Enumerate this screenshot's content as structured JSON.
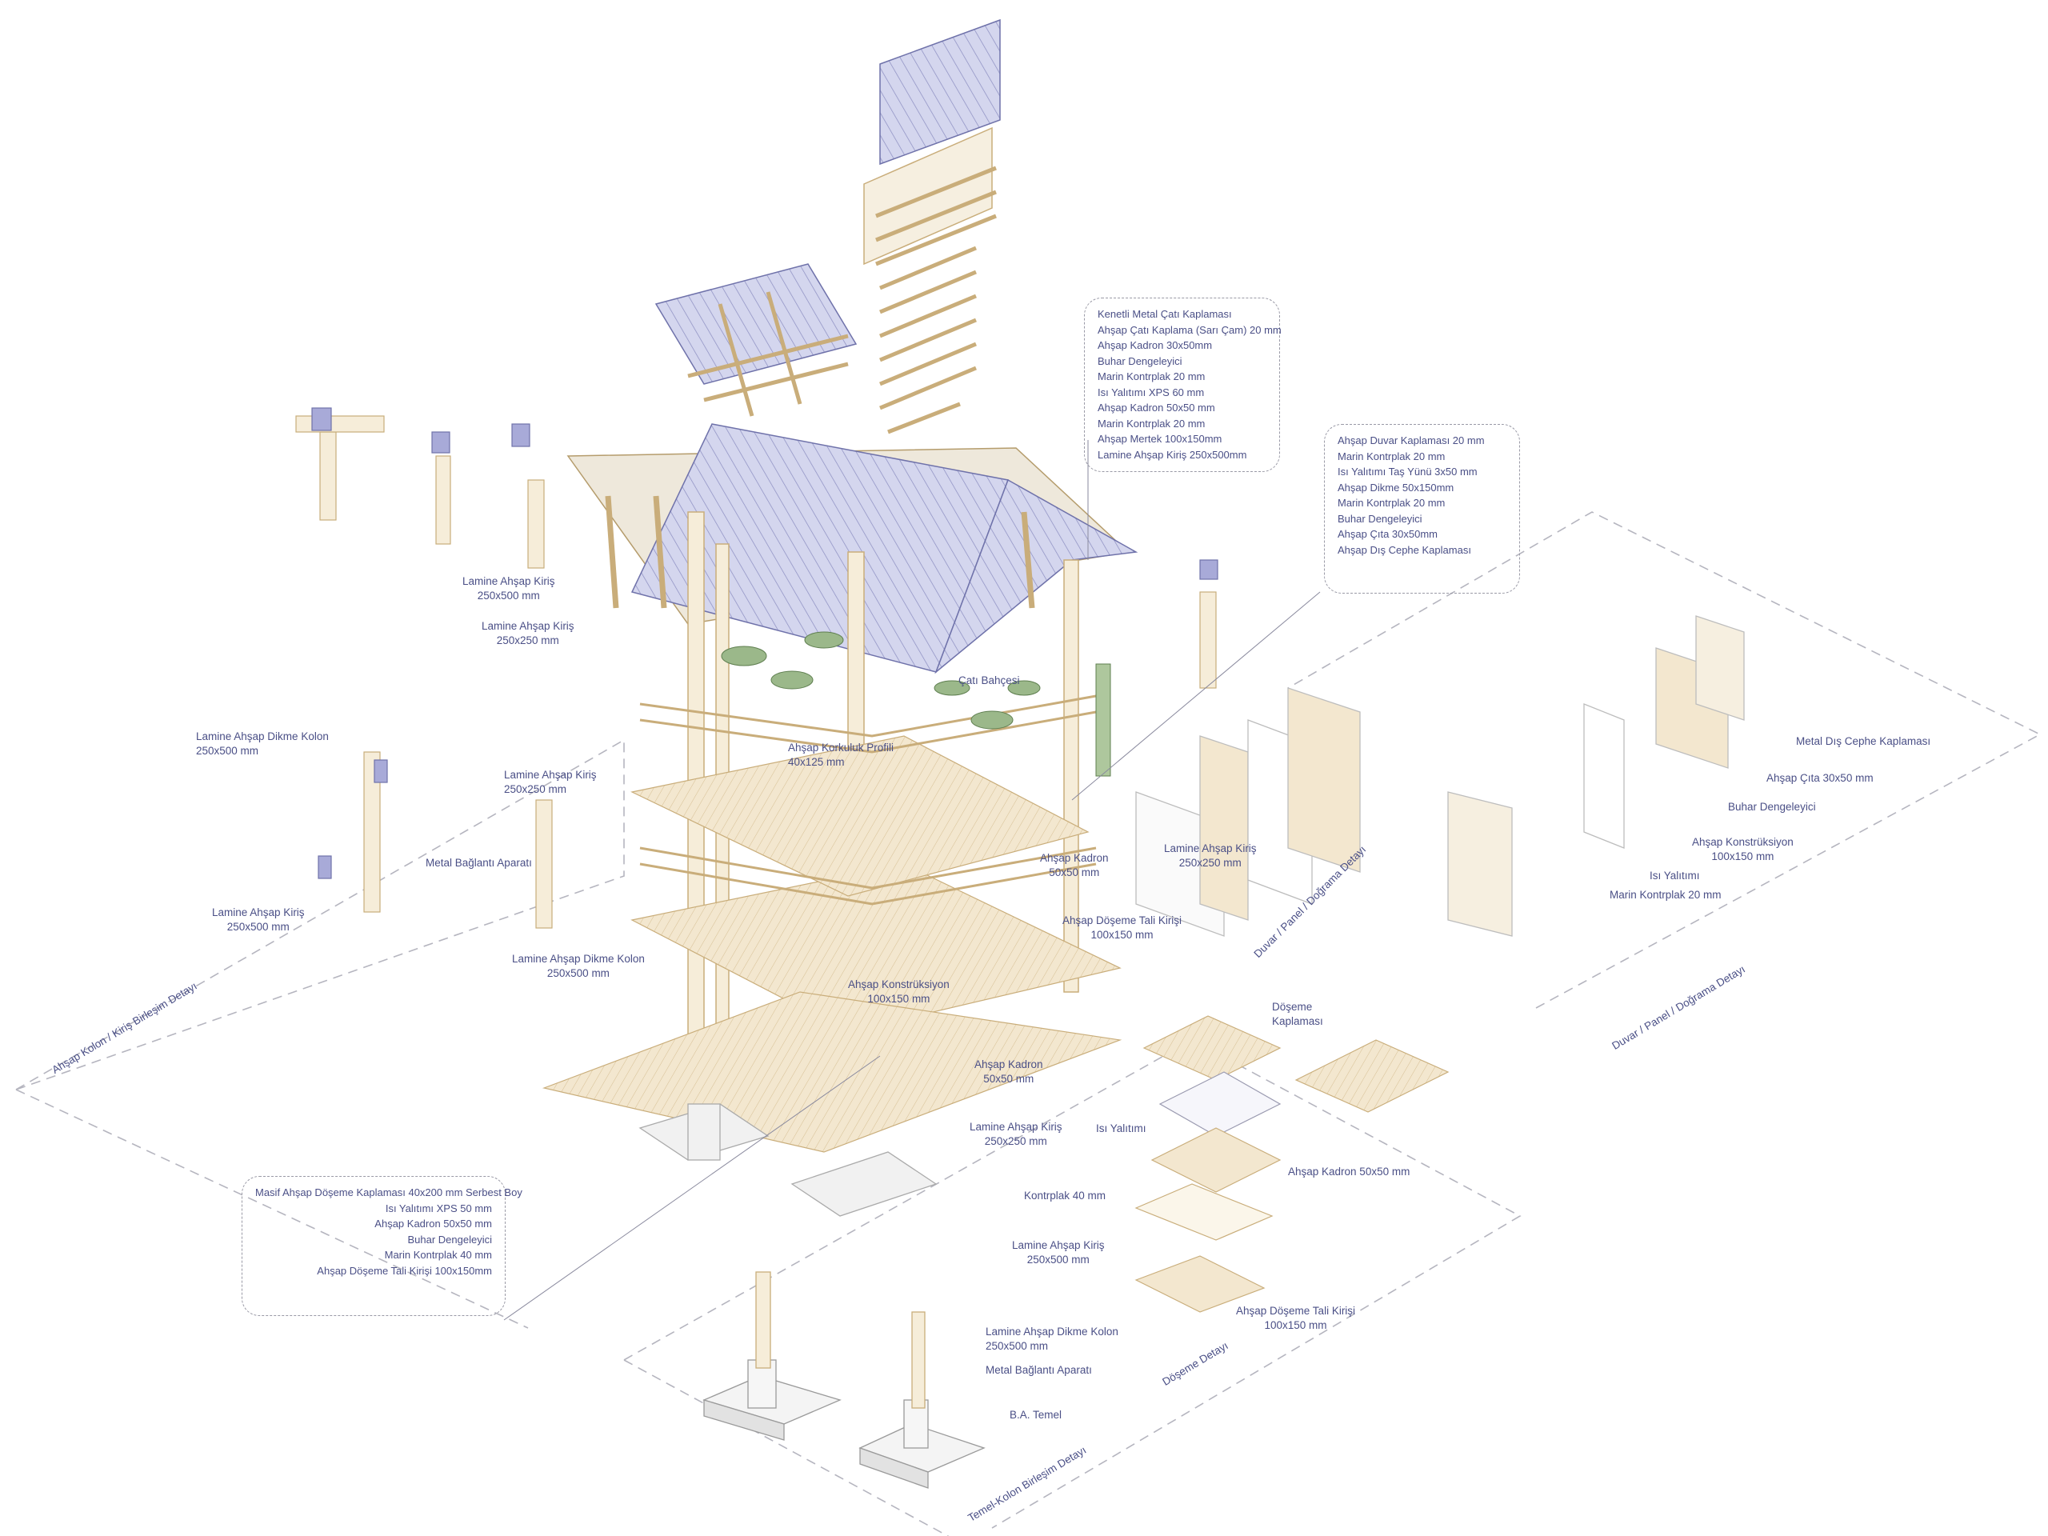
{
  "colors": {
    "wood": "#e6d2ac",
    "wood_line": "#c9ad7a",
    "roof_sheet": "#c9cbe6",
    "roof_line": "#8a8cc0",
    "label_text": "#4a4f86",
    "dashed_line": "#9a9aa6",
    "concrete": "#eeeeee",
    "accent_red": "#c04a5a",
    "plant": "#7ea06a"
  },
  "callouts": {
    "roof": [
      "Kenetli Metal Çatı Kaplaması",
      "Ahşap Çatı Kaplama (Sarı Çam) 20 mm",
      "Ahşap Kadron 30x50mm",
      "Buhar Dengeleyici",
      "Marin Kontrplak 20 mm",
      "Isı Yalıtımı XPS 60 mm",
      "Ahşap Kadron 50x50 mm",
      "Marin Kontrplak 20 mm",
      "Ahşap Mertek 100x150mm",
      "Lamine Ahşap Kiriş 250x500mm"
    ],
    "wall": [
      "Ahşap Duvar Kaplaması 20 mm",
      "Marin Kontrplak 20 mm",
      "Isı Yalıtımı Taş Yünü 3x50 mm",
      "Ahşap Dikme 50x150mm",
      "Marin Kontrplak 20 mm",
      "Buhar Dengeleyici",
      "Ahşap Çıta 30x50mm",
      "Ahşap Dış Cephe Kaplaması"
    ],
    "floor": [
      "Masif Ahşap Döşeme Kaplaması 40x200 mm Serbest Boy",
      "Isı Yalıtımı XPS 50 mm",
      "Ahşap Kadron 50x50 mm",
      "Buhar Dengeleyici",
      "Marin Kontrplak 40 mm",
      "Ahşap Döşeme Tali Kirişi 100x150mm"
    ]
  },
  "labels": {
    "roof_beam_a": {
      "l1": "Lamine Ahşap Kiriş",
      "l2": "250x500 mm"
    },
    "roof_beam_b": {
      "l1": "Lamine Ahşap Kiriş",
      "l2": "250x250 mm"
    },
    "col_left": {
      "l1": "Lamine Ahşap Dikme Kolon",
      "l2": "250x500 mm"
    },
    "beam_left": {
      "l1": "Lamine Ahşap Kiriş",
      "l2": "250x250 mm"
    },
    "metal_left": {
      "l1": "Metal Bağlantı Aparatı"
    },
    "beam_left_b": {
      "l1": "Lamine Ahşap Kiriş",
      "l2": "250x500 mm"
    },
    "col_center": {
      "l1": "Lamine Ahşap Dikme Kolon",
      "l2": "250x500 mm"
    },
    "garden": {
      "l1": "Çatı Bahçesi"
    },
    "railing": {
      "l1": "Ahşap Korkuluk Profili",
      "l2": "40x125 mm"
    },
    "kadron_mid": {
      "l1": "Ahşap Kadron",
      "l2": "50x50 mm"
    },
    "tali_mid": {
      "l1": "Ahşap Döşeme Tali Kirişi",
      "l2": "100x150 mm"
    },
    "konst_mid": {
      "l1": "Ahşap Konstrüksiyon",
      "l2": "100x150 mm"
    },
    "kadron_low": {
      "l1": "Ahşap Kadron",
      "l2": "50x50 mm"
    },
    "beam_low": {
      "l1": "Lamine Ahşap Kiriş",
      "l2": "250x250 mm"
    },
    "beam_wall": {
      "l1": "Lamine Ahşap Kiriş",
      "l2": "250x250 mm"
    },
    "facade_metal": {
      "l1": "Metal Dış Cephe Kaplaması"
    },
    "cita": {
      "l1": "Ahşap Çıta 30x50 mm"
    },
    "buhar": {
      "l1": "Buhar Dengeleyici"
    },
    "konst_right": {
      "l1": "Ahşap Konstrüksiyon",
      "l2": "100x150 mm"
    },
    "isi": {
      "l1": "Isı Yalıtımı"
    },
    "marin": {
      "l1": "Marin Kontrplak 20 mm"
    },
    "doseme": {
      "l1": "Döşeme",
      "l2": "Kaplaması"
    },
    "isi_floor": {
      "l1": "Isı Yalıtımı"
    },
    "kadron_floor": {
      "l1": "Ahşap Kadron 50x50 mm"
    },
    "kontr40": {
      "l1": "Kontrplak 40 mm"
    },
    "beam_floor": {
      "l1": "Lamine Ahşap Kiriş",
      "l2": "250x500 mm"
    },
    "tali_floor": {
      "l1": "Ahşap Döşeme Tali Kirişi",
      "l2": "100x150 mm"
    },
    "col_base": {
      "l1": "Lamine Ahşap Dikme Kolon",
      "l2": "250x500 mm"
    },
    "metal_base": {
      "l1": "Metal Bağlantı Aparatı"
    },
    "temel": {
      "l1": "B.A. Temel"
    }
  },
  "section_titles": {
    "kolon_kiris": "Ahşap Kolon / Kiriş Birleşim Detayı",
    "duvar_a": "Duvar / Panel / Doğrama Detayı",
    "duvar_b": "Duvar / Panel / Doğrama Detayı",
    "doseme": "Döşeme Detayı",
    "temel": "Temel-Kolon Birleşim Detayı"
  }
}
